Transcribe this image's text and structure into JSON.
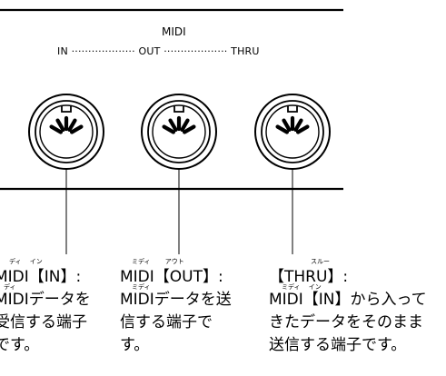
{
  "panel": {
    "title": "MIDI",
    "port_row": "IN ··················· OUT ··················· THRU"
  },
  "callouts": [
    {
      "furigana_1": "ディ　 イン",
      "line1": "MIDI【IN】:",
      "furigana_2": "ディ",
      "line2": "MIDIデータを",
      "line3": "受信する端子",
      "line4": "です。"
    },
    {
      "furigana_1": "ミディ　　 アウト",
      "line1": "MIDI【OUT】:",
      "furigana_2": "ミディ",
      "line2": "MIDIデータを送",
      "line3": "信する端子で",
      "line4": "す。"
    },
    {
      "furigana_1": "スルー",
      "line1": "【THRU】:",
      "furigana_2": "ミディ　 イン",
      "line2": "MIDI【IN】から入って",
      "line3": "きたデータをそのまま",
      "line4": "送信する端子です。"
    }
  ],
  "colors": {
    "line": "#000000",
    "background": "#ffffff"
  }
}
